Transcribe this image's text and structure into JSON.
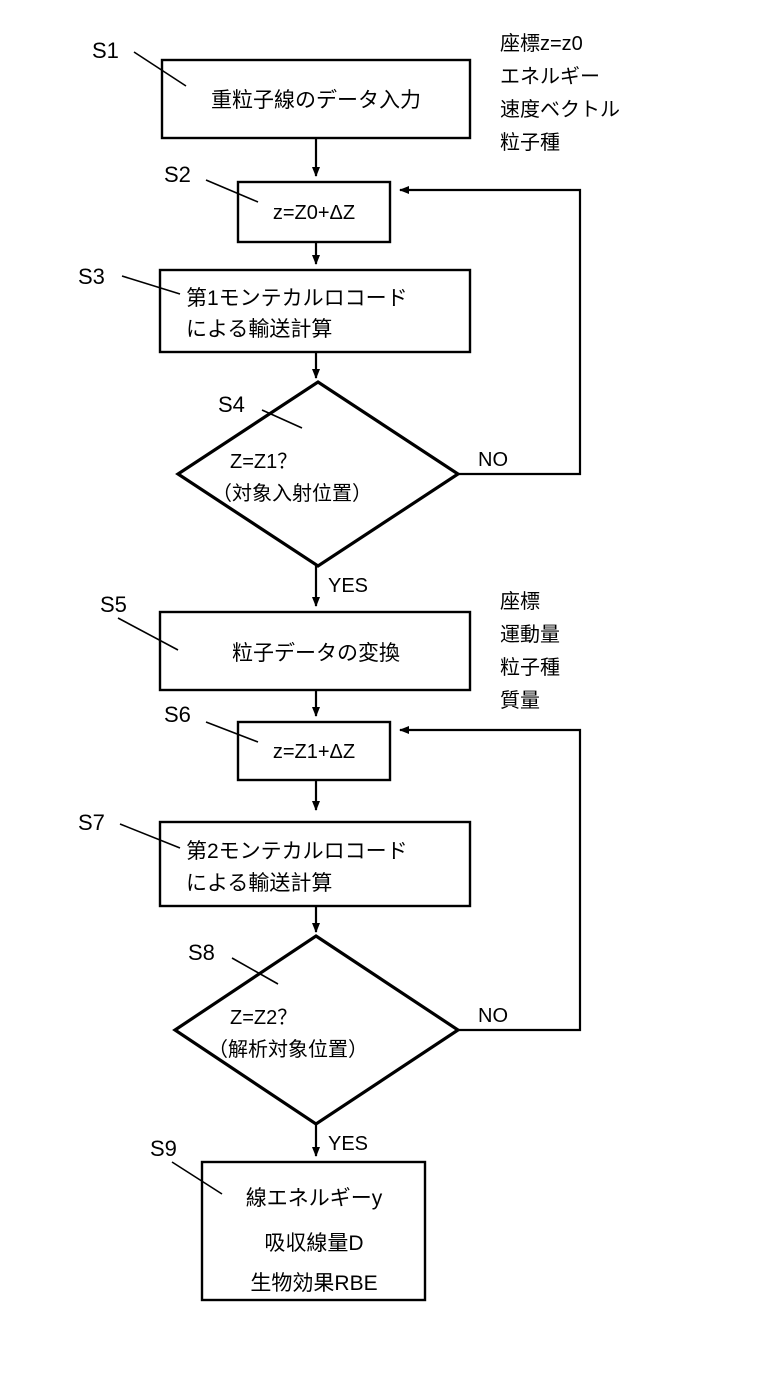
{
  "diagram": {
    "title": "",
    "type": "flowchart",
    "language": "ja"
  },
  "steps": {
    "s1": {
      "label": "S1",
      "shape": "process",
      "lines": [
        "重粒子線のデータ入力"
      ]
    },
    "s2": {
      "label": "S2",
      "shape": "process",
      "lines": [
        "z=Z0+ΔZ"
      ]
    },
    "s3": {
      "label": "S3",
      "shape": "process",
      "lines": [
        "第1モンテカルロコード",
        "による輸送計算"
      ]
    },
    "s4": {
      "label": "S4",
      "shape": "decision",
      "lines": [
        "Z=Z1？",
        "（対象入射位置）"
      ],
      "yes_label": "YES",
      "no_label": "NO"
    },
    "s5": {
      "label": "S5",
      "shape": "process",
      "lines": [
        "粒子データの変換"
      ]
    },
    "s6": {
      "label": "S6",
      "shape": "process",
      "lines": [
        "z=Z1+ΔZ"
      ]
    },
    "s7": {
      "label": "S7",
      "shape": "process",
      "lines": [
        "第2モンテカルロコード",
        "による輸送計算"
      ]
    },
    "s8": {
      "label": "S8",
      "shape": "decision",
      "lines": [
        "Z=Z2？",
        "（解析対象位置）"
      ],
      "yes_label": "YES",
      "no_label": "NO"
    },
    "s9": {
      "label": "S9",
      "shape": "process",
      "lines": [
        "線エネルギーy",
        "吸収線量D",
        "生物効果RBE"
      ]
    }
  },
  "annotations": {
    "input_note": {
      "lines": [
        "座標z=z0",
        "エネルギー",
        "速度ベクトル",
        "粒子種"
      ]
    },
    "convert_note": {
      "lines": [
        "座標",
        "運動量",
        "粒子種",
        "質量"
      ]
    }
  },
  "colors": {
    "stroke": "#000000",
    "fill": "#ffffff",
    "background": "#ffffff"
  }
}
